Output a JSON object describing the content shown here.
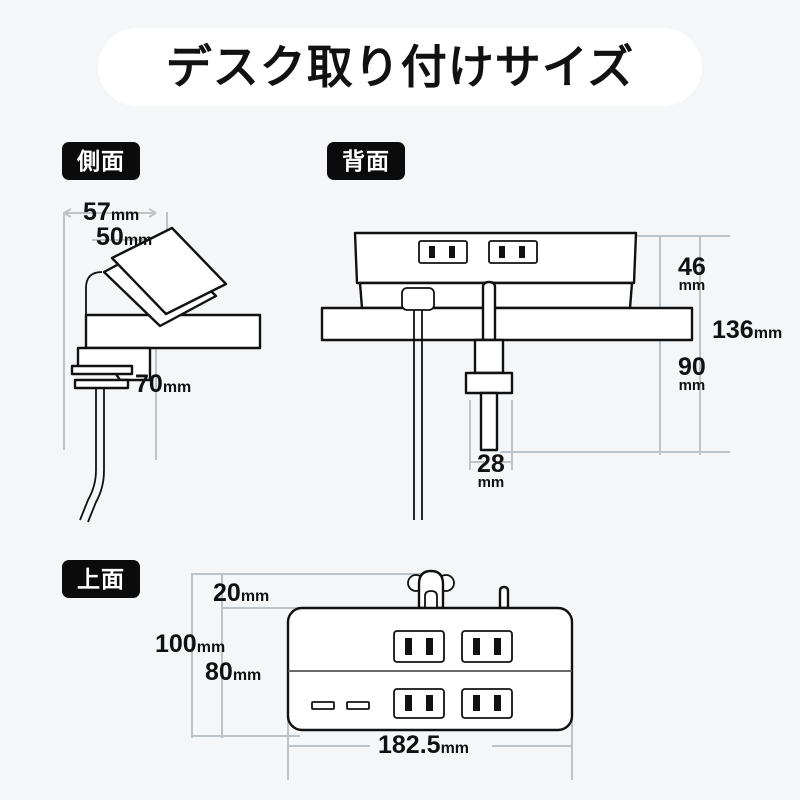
{
  "page": {
    "background_color": "#f4f6f8",
    "title": "デスク取り付けサイズ"
  },
  "sections": {
    "side": {
      "badge": "側面"
    },
    "rear": {
      "badge": "背面"
    },
    "top": {
      "badge": "上面"
    }
  },
  "dimensions": {
    "side": [
      {
        "name": "depth-total",
        "value": "57",
        "unit": "mm"
      },
      {
        "name": "depth-inner",
        "value": "50",
        "unit": "mm"
      },
      {
        "name": "clamp-height",
        "value": "70",
        "unit": "mm"
      }
    ],
    "rear": [
      {
        "name": "body-height",
        "value": "46",
        "unit": "mm"
      },
      {
        "name": "total-height",
        "value": "136",
        "unit": "mm"
      },
      {
        "name": "clamp-depth",
        "value": "90",
        "unit": "mm"
      },
      {
        "name": "screw-width",
        "value": "28",
        "unit": "mm"
      }
    ],
    "top": [
      {
        "name": "clamp-offset",
        "value": "20",
        "unit": "mm"
      },
      {
        "name": "total-depth",
        "value": "100",
        "unit": "mm"
      },
      {
        "name": "body-depth",
        "value": "80",
        "unit": "mm"
      },
      {
        "name": "body-width",
        "value": "182.5",
        "unit": "mm"
      }
    ]
  },
  "colors": {
    "background": "#f4f6f8",
    "title_pill": "#ffffff",
    "badge": "#0b0b0b",
    "badge_text": "#ffffff",
    "outline": "#111111",
    "guide_line": "#bcc3c9"
  },
  "product": {
    "top_view": {
      "ac_outlets": 4,
      "usb_ports": 2
    },
    "rear_view": {
      "ac_outlets": 2
    }
  }
}
